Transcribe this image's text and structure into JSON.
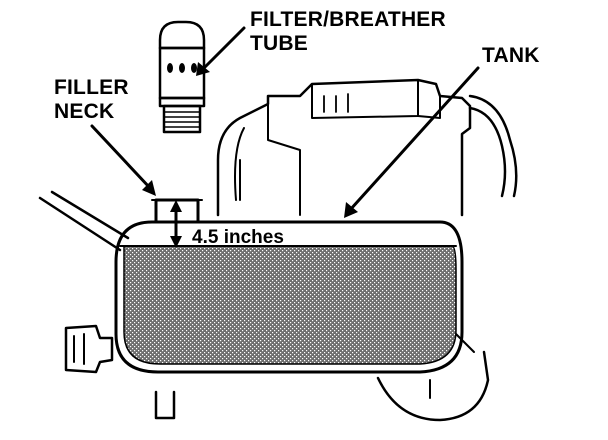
{
  "labels": {
    "filter_line1": "FILTER/BREATHER",
    "filter_line2": "TUBE",
    "tank": "TANK",
    "filler_line1": "FILLER",
    "filler_line2": "NECK",
    "measurement": "4.5 inches"
  },
  "colors": {
    "ink": "#000000",
    "paper": "#ffffff",
    "fluid_fill": "#8a8a8a"
  }
}
